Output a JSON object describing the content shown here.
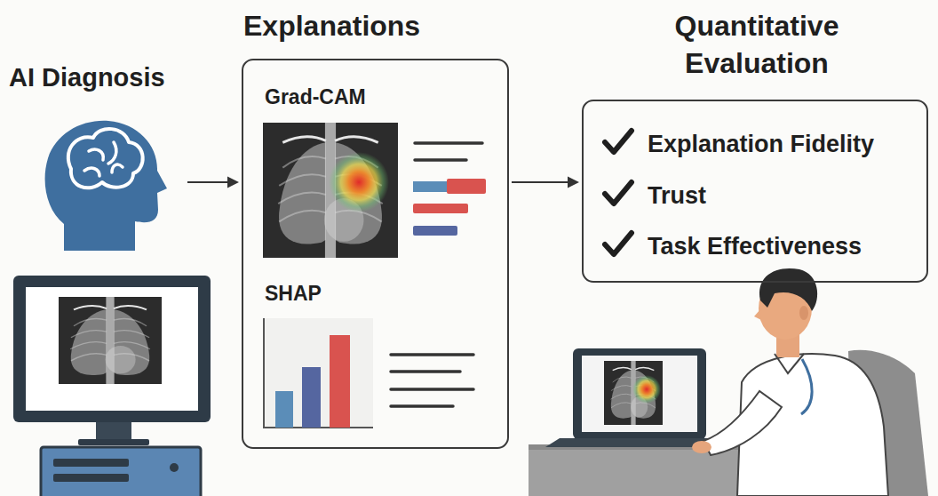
{
  "diagram": {
    "nodes": [
      {
        "text": [
          "AI Diagnosis"
        ]
      },
      {
        "text": [
          "Explanations",
          "Grad-CAM",
          "SHAP"
        ]
      },
      {
        "text": [
          "Quantitative Evaluation",
          "Explanation Fidelity",
          "Trust",
          "Task Effectiveness"
        ]
      }
    ],
    "edges": [
      {
        "from": 0,
        "to": 1,
        "arrow": "to"
      },
      {
        "from": 1,
        "to": 2,
        "arrow": "to"
      }
    ]
  }
}
